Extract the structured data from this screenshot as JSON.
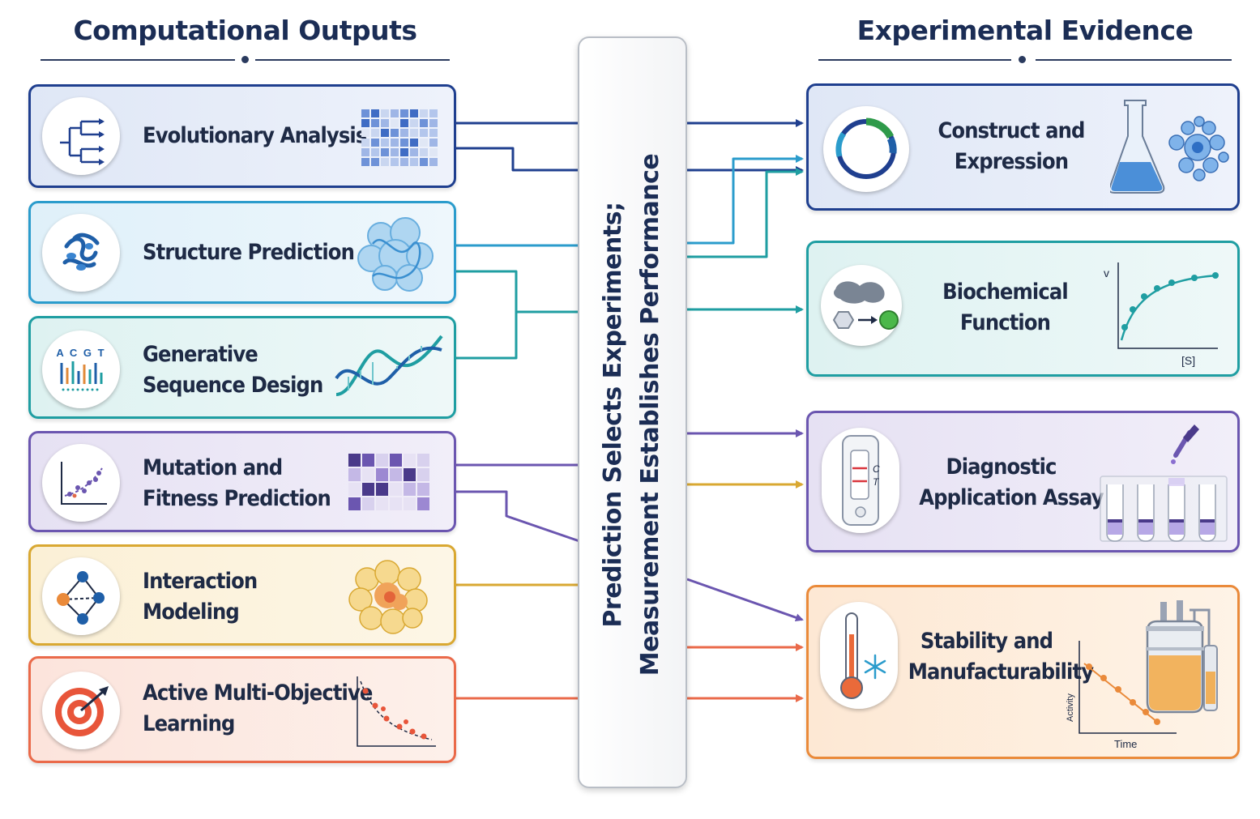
{
  "left_header": "Computational Outputs",
  "right_header": "Experimental Evidence",
  "center": {
    "line1": "Prediction Selects Experiments;",
    "line2": "Measurement Establishes Performance"
  },
  "outputs": [
    {
      "lines": [
        "Evolutionary Analysis"
      ],
      "color": "#1f3f8f"
    },
    {
      "lines": [
        "Structure Prediction"
      ],
      "color": "#2b9ccc"
    },
    {
      "lines": [
        "Generative",
        "Sequence Design"
      ],
      "color": "#1f9ea2"
    },
    {
      "lines": [
        "Mutation and",
        "Fitness Prediction"
      ],
      "color": "#6b56b0"
    },
    {
      "lines": [
        "Interaction",
        "Modeling"
      ],
      "color": "#d9a832"
    },
    {
      "lines": [
        "Active Multi-Objective",
        "Learning"
      ],
      "color": "#ea6a4a"
    }
  ],
  "evidence": [
    {
      "lines": [
        "Construct and",
        "Expression"
      ],
      "color": "#1f3f8f"
    },
    {
      "lines": [
        "Biochemical",
        "Function"
      ],
      "color": "#1f9ea2"
    },
    {
      "lines": [
        "Diagnostic",
        "Application Assay"
      ],
      "color": "#6b56b0"
    },
    {
      "lines": [
        "Stability and",
        "Manufacturability"
      ],
      "color": "#ea8a3a"
    }
  ],
  "art_labels": {
    "dna_letters": "A C G T",
    "kinetics_y": "v",
    "kinetics_x": "[S]",
    "strip_c": "C",
    "strip_t": "T",
    "stability_y": "Activity",
    "stability_x": "Time"
  }
}
